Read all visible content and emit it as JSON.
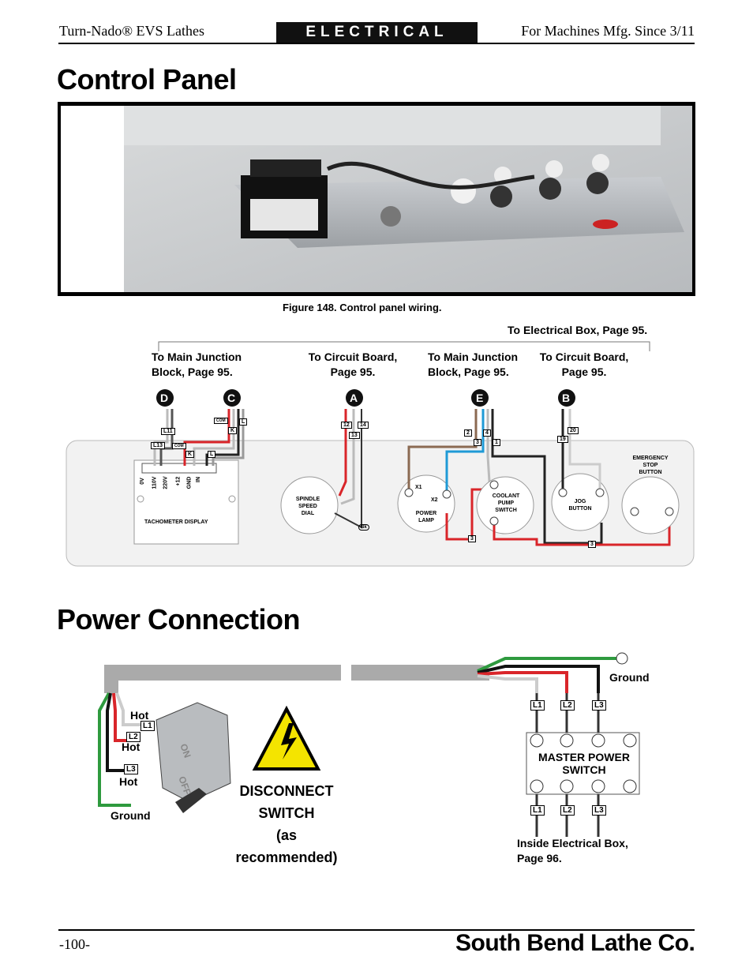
{
  "header": {
    "left": "Turn-Nado® EVS Lathes",
    "center": "ELECTRICAL",
    "right": "For Machines Mfg. Since 3/11"
  },
  "control_panel": {
    "title": "Control Panel",
    "caption": "Figure 148. Control panel wiring.",
    "to_electrical_box": "To Electrical Box, Page 95.",
    "dest_main_junction_1": [
      "To Main Junction",
      "Block, Page 95."
    ],
    "dest_circuit_board_1": [
      "To Circuit Board,",
      "Page 95."
    ],
    "dest_main_junction_2": [
      "To Main Junction",
      "Block, Page 95."
    ],
    "dest_circuit_board_2": [
      "To Circuit Board,",
      "Page 95."
    ],
    "connectors": [
      "D",
      "C",
      "A",
      "E",
      "B"
    ],
    "components": {
      "tachometer": "TACHOMETER DISPLAY",
      "tach_terminals": [
        "0V",
        "110V",
        "220V",
        "+12",
        "GND",
        "IN"
      ],
      "spindle": [
        "SPINDLE",
        "SPEED",
        "DIAL"
      ],
      "power_lamp": [
        "POWER",
        "LAMP"
      ],
      "coolant": [
        "COOLANT",
        "PUMP",
        "SWITCH"
      ],
      "jog": [
        "JOG",
        "BUTTON"
      ],
      "estop": [
        "EMERGENCY",
        "STOP",
        "BUTTON"
      ]
    },
    "wire_tags": {
      "L11": "L11",
      "L13": "L13",
      "COM": "COM",
      "K": "K",
      "L": "L",
      "w12": "12",
      "w14": "14",
      "w13": "13",
      "w2": "2",
      "w4": "4",
      "w3": "3",
      "w1": "1",
      "w19": "19",
      "w20": "20",
      "X1": "X1",
      "X2": "X2",
      "Bk": "Bk"
    }
  },
  "power_connection": {
    "title": "Power Connection",
    "hot": "Hot",
    "ground": "Ground",
    "disconnect": [
      "DISCONNECT",
      "SWITCH",
      "(as recommended)"
    ],
    "switch_on": "ON",
    "switch_off": "OFF",
    "master": [
      "MASTER POWER",
      "SWITCH"
    ],
    "terminals": [
      "L1",
      "L2",
      "L3"
    ],
    "inside_box": [
      "Inside Electrical Box,",
      "Page 96."
    ]
  },
  "footer": {
    "page": "-100-",
    "brand": "South Bend Lathe Co."
  },
  "colors": {
    "red": "#d9252a",
    "green": "#2e9a3e",
    "blue": "#1f9ad6",
    "brown": "#8b6a52",
    "panel": "#f2f2f2"
  }
}
